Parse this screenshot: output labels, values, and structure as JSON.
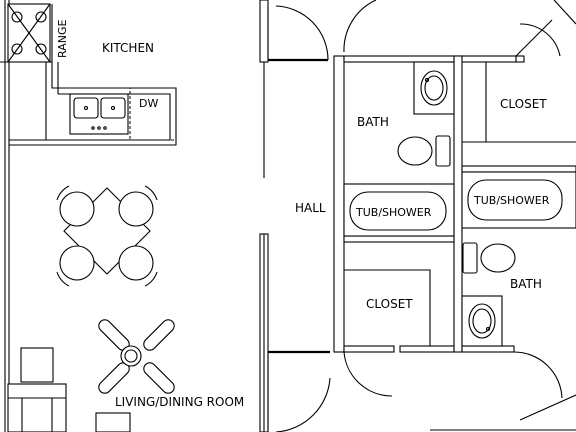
{
  "rooms": {
    "kitchen": "KITCHEN",
    "range": "RANGE",
    "dishwasher": "DW",
    "bath_upper": "BATH",
    "closet_upper_right": "CLOSET",
    "hall": "HALL",
    "tub_shower_left": "TUB/SHOWER",
    "tub_shower_right": "TUB/SHOWER",
    "closet_lower": "CLOSET",
    "bath_lower": "BATH",
    "living_dining": "LIVING/DINING ROOM"
  },
  "colors": {
    "line": "#000000",
    "background": "#ffffff"
  }
}
